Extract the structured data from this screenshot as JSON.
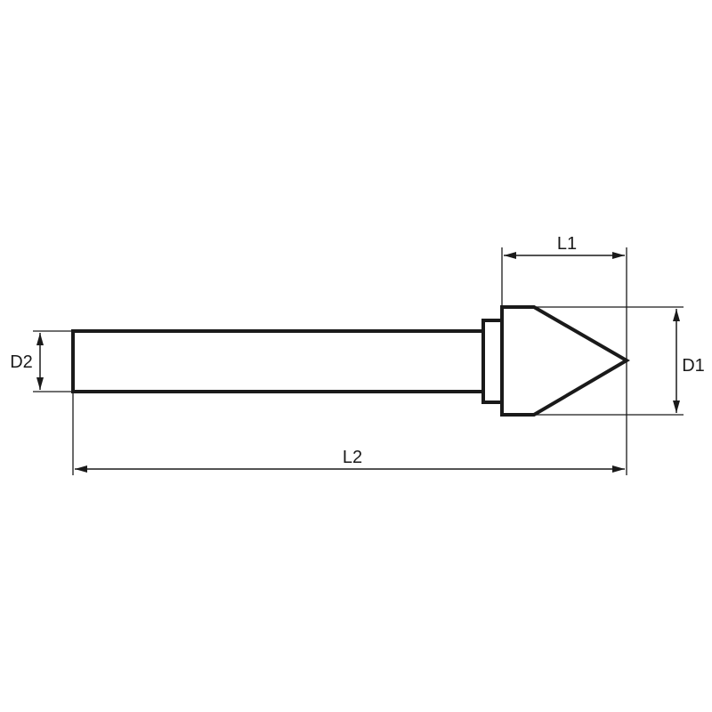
{
  "labels": {
    "d1": "D1",
    "d2": "D2",
    "l1": "L1",
    "l2": "L2"
  },
  "colors": {
    "line": "#1a1a1a",
    "background": "#ffffff"
  }
}
